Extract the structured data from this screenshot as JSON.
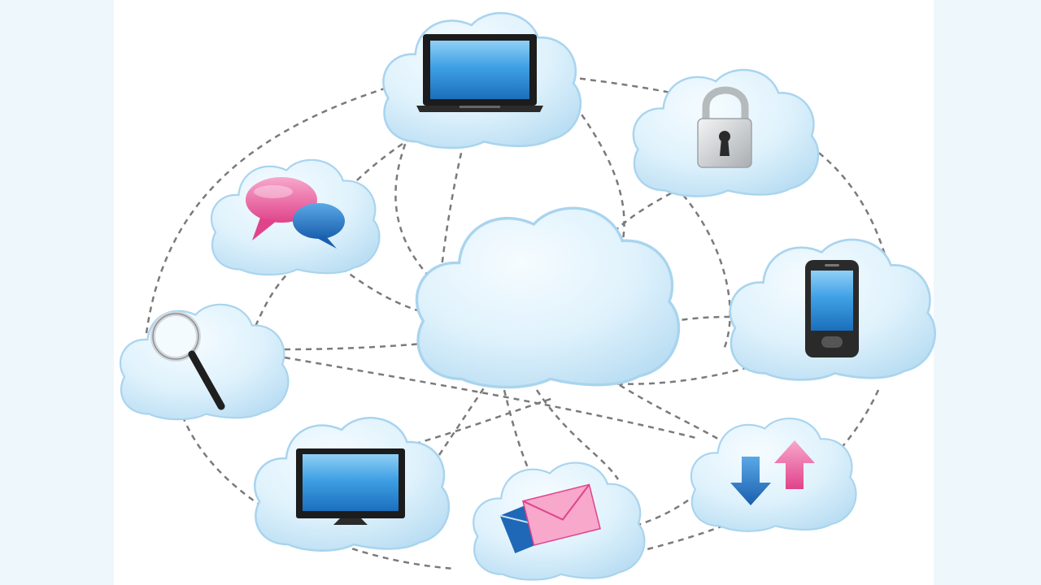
{
  "scene": {
    "subject": "cloud-computing-network",
    "center_node": "cloud",
    "nodes": [
      {
        "id": "laptop",
        "icon": "laptop-icon"
      },
      {
        "id": "lock",
        "icon": "padlock-icon"
      },
      {
        "id": "chat",
        "icon": "speech-bubbles-icon"
      },
      {
        "id": "phone",
        "icon": "smartphone-icon"
      },
      {
        "id": "search",
        "icon": "magnifying-glass-icon"
      },
      {
        "id": "monitor",
        "icon": "monitor-icon"
      },
      {
        "id": "mail",
        "icon": "envelopes-icon"
      },
      {
        "id": "transfer",
        "icon": "upload-download-arrows-icon"
      }
    ]
  },
  "colors": {
    "page_side_panels": "#eef7fc",
    "cloud_fill_light": "#f3fbff",
    "cloud_fill_dark": "#b9def3",
    "cloud_stroke": "#a6d3ee",
    "connector_dash": "#777777",
    "screen_blue": "#1f7fce",
    "screen_light": "#77c4f4",
    "device_dark": "#222222",
    "pink": "#e64d92",
    "pink_light": "#f7a7cb",
    "blue_bubble": "#1f67b7",
    "blue_arrow": "#1f78c9",
    "pink_arrow": "#ee5e96",
    "lock_grey": "#bfc4c7"
  }
}
